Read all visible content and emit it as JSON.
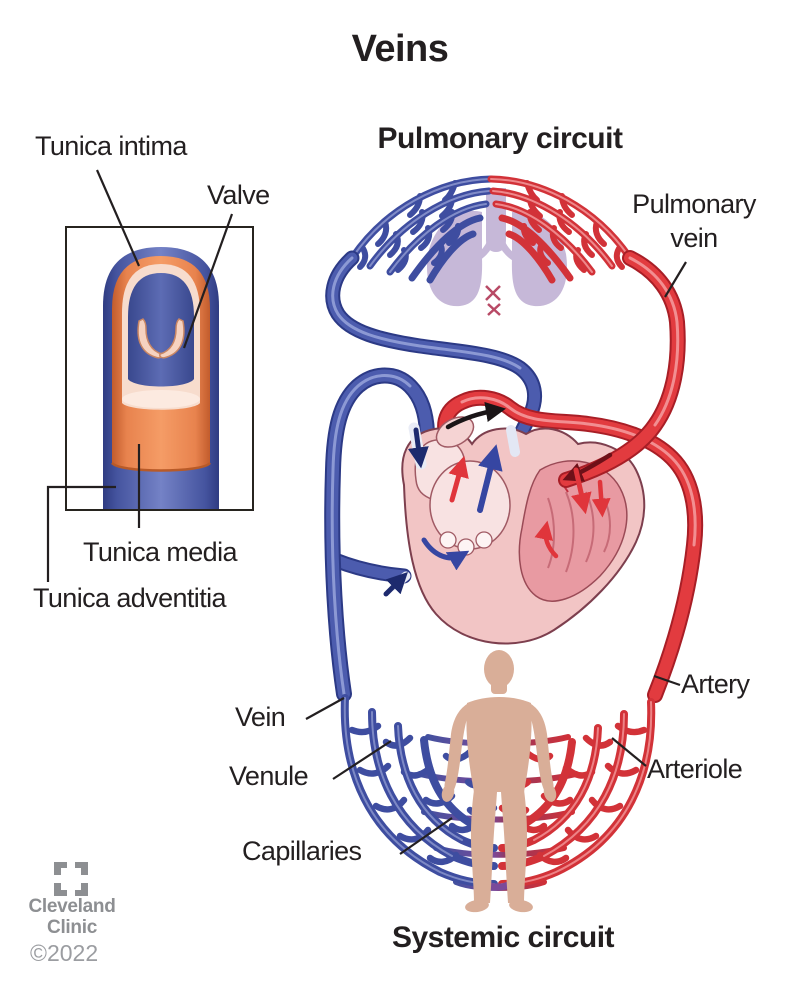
{
  "title": "Veins",
  "inset": {
    "labels": {
      "tunica_intima": "Tunica intima",
      "valve": "Valve",
      "tunica_media": "Tunica media",
      "tunica_adventitia": "Tunica adventitia"
    }
  },
  "circuit": {
    "pulmonary_heading": "Pulmonary circuit",
    "systemic_heading": "Systemic circuit",
    "labels": {
      "pulmonary_vein_line1": "Pulmonary",
      "pulmonary_vein_line2": "vein",
      "artery": "Artery",
      "arteriole": "Arteriole",
      "vein": "Vein",
      "venule": "Venule",
      "capillaries": "Capillaries"
    }
  },
  "footer": {
    "brand_line1": "Cleveland",
    "brand_line2": "Clinic",
    "copyright": "©2022"
  },
  "colors": {
    "vein_blue": "#4c5cae",
    "artery_red": "#e23b3f",
    "lung_lavender": "#c6b8d8",
    "heart_pink": "#f2c5c5",
    "body_tan": "#d9ae98",
    "tunica_media_orange": "#ed8a55",
    "tunica_intima_pink": "#f7dccd",
    "label_text": "#231f20",
    "brand_gray": "#8d8f92"
  }
}
